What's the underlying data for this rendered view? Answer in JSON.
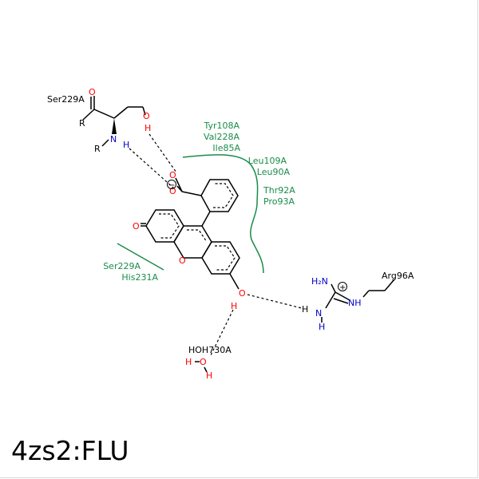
{
  "title": "4zs2:FLU",
  "colors": {
    "carbon": "#000000",
    "oxygen": "#ff0000",
    "nitrogen": "#0000cc",
    "hydrophobic": "#1a8c4a",
    "frame": "#d8d8d8"
  },
  "residues": {
    "ser229a": "Ser229A",
    "arg96a": "Arg96A",
    "hoh730a": "HOH730A"
  },
  "hydrophobic_contacts": {
    "top_group": [
      "Tyr108A",
      "Val228A",
      "Ile85A"
    ],
    "right_group_a": [
      "Leu109A",
      "Leu90A"
    ],
    "right_group_b": [
      "Thr92A",
      "Pro93A"
    ],
    "left_group": [
      "Ser229A",
      "His231A"
    ]
  },
  "atoms": {
    "r": "R",
    "o": "O",
    "h": "H",
    "n": "N",
    "nh2": "H₂N",
    "nh": "NH",
    "minus": "−",
    "plus": "+"
  }
}
